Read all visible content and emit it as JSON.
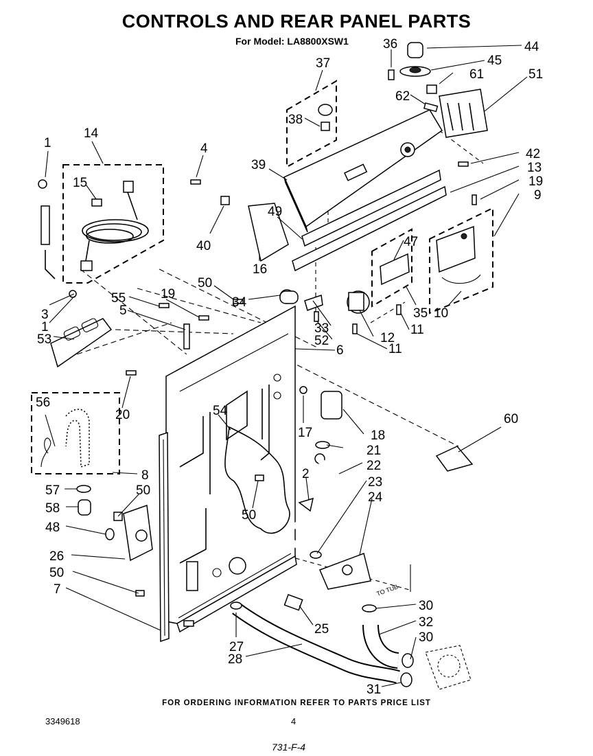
{
  "header": {
    "title": "CONTROLS AND REAR PANEL PARTS",
    "model": "For Model: LA8800XSW1"
  },
  "diagram": {
    "callouts": [
      "1",
      "14",
      "15",
      "4",
      "39",
      "37",
      "38",
      "36",
      "44",
      "45",
      "61",
      "62",
      "51",
      "42",
      "13",
      "19",
      "9",
      "40",
      "49",
      "16",
      "47",
      "35",
      "10",
      "3",
      "1",
      "53",
      "55",
      "19",
      "5",
      "50",
      "34",
      "33",
      "52",
      "12",
      "11",
      "11",
      "6",
      "20",
      "56",
      "54",
      "17",
      "18",
      "60",
      "21",
      "22",
      "23",
      "24",
      "8",
      "57",
      "58",
      "48",
      "26",
      "50",
      "50",
      "2",
      "50",
      "7",
      "30",
      "32",
      "30",
      "25",
      "27",
      "28",
      "31"
    ],
    "to_tub_label": "TO TUB"
  },
  "footer": {
    "ordering_note": "FOR ORDERING INFORMATION REFER TO PARTS PRICE LIST",
    "document_number": "3349618",
    "page_number": "4",
    "code": "731-F-4"
  }
}
